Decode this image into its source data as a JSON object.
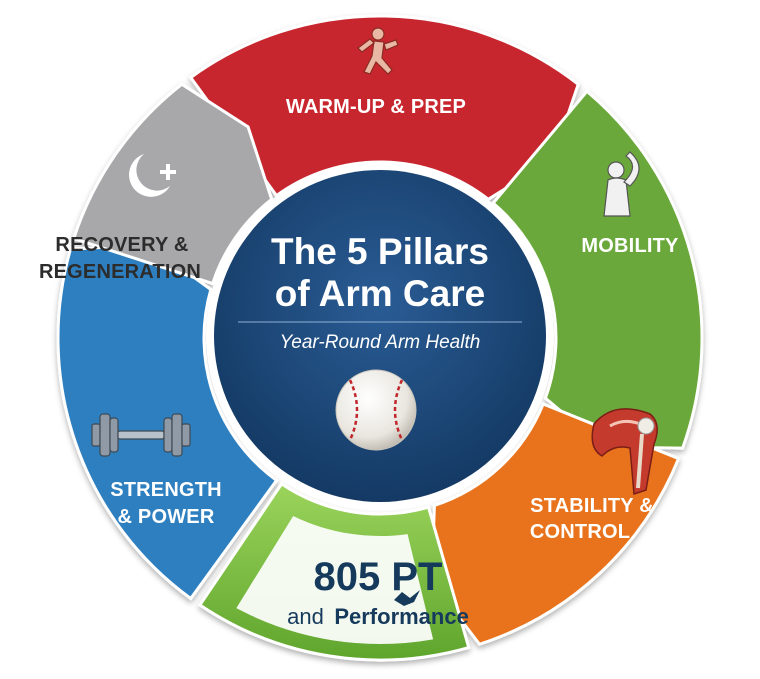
{
  "center": {
    "title_line1": "The 5 Pillars",
    "title_line2": "of Arm Care",
    "subtitle": "Year-Round Arm Health"
  },
  "segments": [
    {
      "id": "warmup",
      "lines": [
        "WARM-UP & PREP"
      ],
      "color": "#c8262e",
      "icon": "running-man-icon"
    },
    {
      "id": "mobility",
      "lines": [
        "MOBILITY"
      ],
      "color": "#6aa83a",
      "icon": "arm-stretch-icon"
    },
    {
      "id": "stability",
      "lines": [
        "STABILITY &",
        "CONTROL"
      ],
      "color": "#e8731d",
      "icon": "shoulder-muscle-icon"
    },
    {
      "id": "strength",
      "lines": [
        "STRENGTH",
        "& POWER"
      ],
      "color": "#2f7fc0",
      "icon": "dumbbell-icon"
    },
    {
      "id": "recovery",
      "lines": [
        "RECOVERY &",
        "REGENERATION"
      ],
      "color": "#a8a8aa",
      "icon": "moon-plus-icon"
    }
  ],
  "brand": {
    "name": "805 PT",
    "tagline_prefix": "and",
    "tagline_bold": "Performance",
    "color": "#163a5c",
    "tab_color": "#7cc142"
  }
}
